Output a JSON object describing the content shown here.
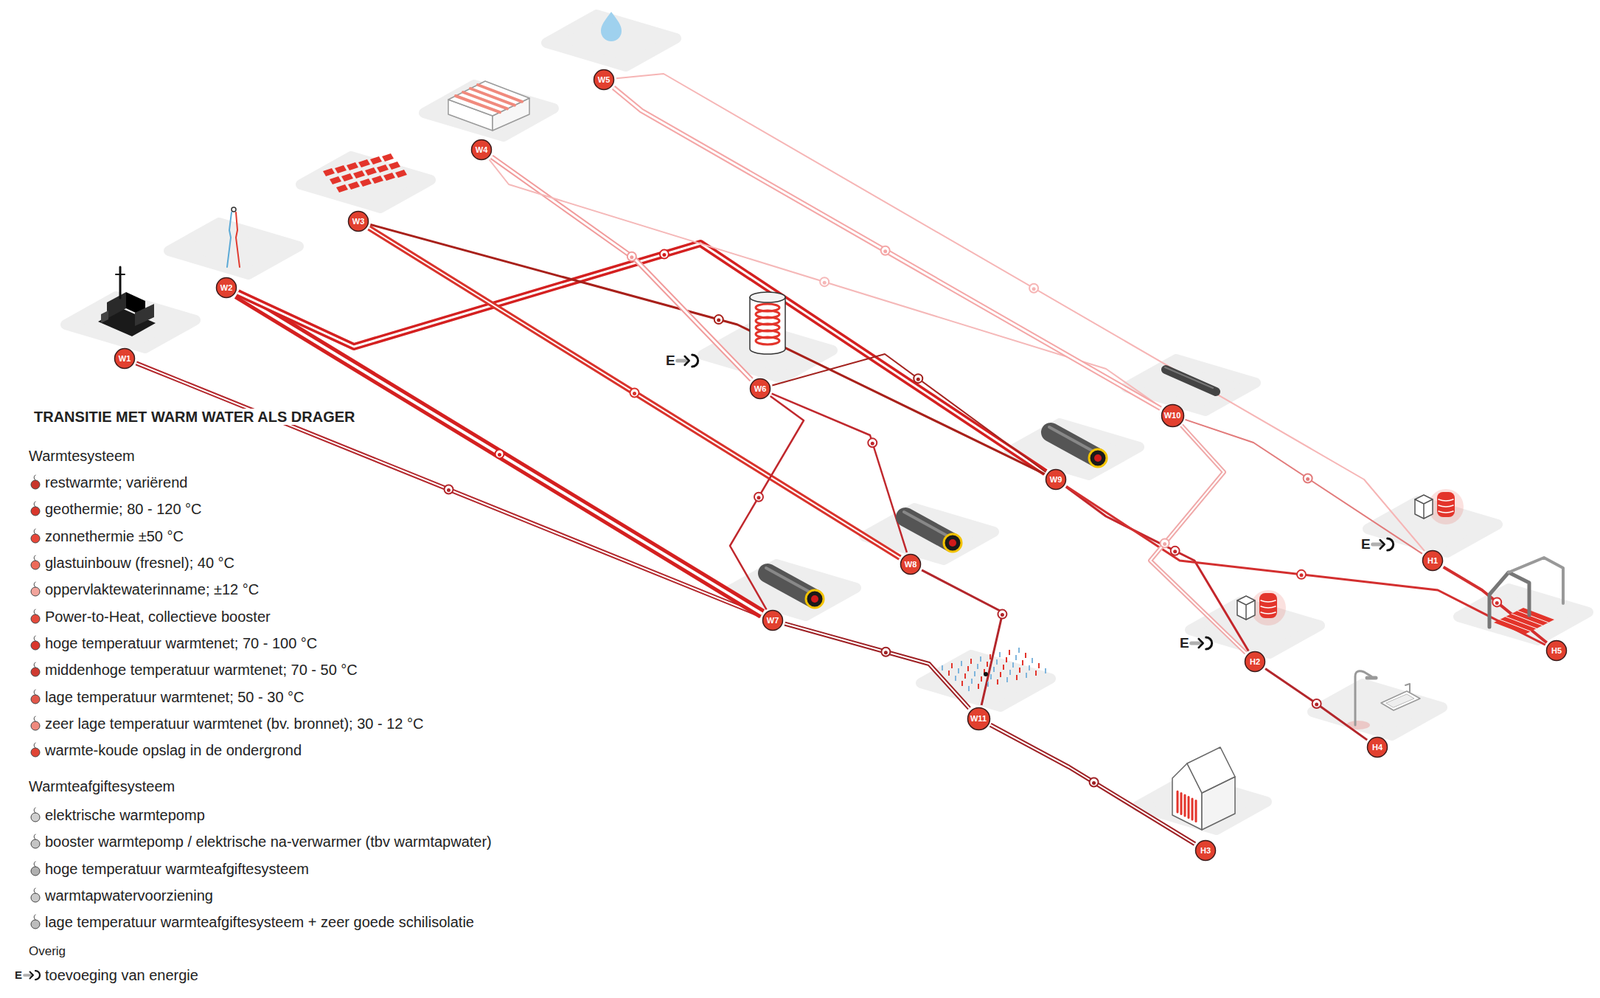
{
  "diagram": {
    "title": "TRANSITIE MET WARM WATER ALS DRAGER",
    "nodes": [
      {
        "text": [
          "W1"
        ]
      },
      {
        "text": [
          "W2"
        ]
      },
      {
        "text": [
          "W3"
        ]
      },
      {
        "text": [
          "W4"
        ]
      },
      {
        "text": [
          "W5"
        ]
      },
      {
        "text": [
          "W6"
        ]
      },
      {
        "text": [
          "W7"
        ]
      },
      {
        "text": [
          "W8"
        ]
      },
      {
        "text": [
          "W9"
        ]
      },
      {
        "text": [
          "W10"
        ]
      },
      {
        "text": [
          "W11"
        ]
      },
      {
        "text": [
          "H1"
        ]
      },
      {
        "text": [
          "H2"
        ]
      },
      {
        "text": [
          "H3"
        ]
      },
      {
        "text": [
          "H4"
        ]
      },
      {
        "text": [
          "H5"
        ]
      }
    ],
    "edges": [
      {
        "from": 0,
        "to": 6,
        "arrow": "none"
      },
      {
        "from": 1,
        "to": 6,
        "arrow": "none"
      },
      {
        "from": 1,
        "to": 8,
        "arrow": "none"
      },
      {
        "from": 2,
        "to": 7,
        "arrow": "none"
      },
      {
        "from": 2,
        "to": 8,
        "arrow": "none"
      },
      {
        "from": 3,
        "to": 5,
        "arrow": "none"
      },
      {
        "from": 3,
        "to": 9,
        "arrow": "none"
      },
      {
        "from": 4,
        "to": 9,
        "arrow": "none"
      },
      {
        "from": 4,
        "to": 11,
        "arrow": "none"
      },
      {
        "from": 5,
        "to": 6,
        "arrow": "none"
      },
      {
        "from": 5,
        "to": 7,
        "arrow": "none"
      },
      {
        "from": 5,
        "to": 8,
        "arrow": "none"
      },
      {
        "from": 6,
        "to": 10,
        "arrow": "none"
      },
      {
        "from": 7,
        "to": 10,
        "arrow": "none"
      },
      {
        "from": 8,
        "to": 12,
        "arrow": "none"
      },
      {
        "from": 8,
        "to": 15,
        "arrow": "none"
      },
      {
        "from": 9,
        "to": 11,
        "arrow": "none"
      },
      {
        "from": 9,
        "to": 12,
        "arrow": "none"
      },
      {
        "from": 10,
        "to": 13,
        "arrow": "none"
      },
      {
        "from": 11,
        "to": 15,
        "arrow": "none"
      },
      {
        "from": 12,
        "to": 14,
        "arrow": "none"
      }
    ],
    "labels": [
      "Warmtesysteem",
      "Warmteafgiftesysteem",
      "Overig",
      "E",
      "E",
      "E",
      "E"
    ],
    "legend": [
      {
        "text": "restwarmte; variërend"
      },
      {
        "text": "geothermie; 80 - 120 °C"
      },
      {
        "text": "zonnethermie ±50 °C"
      },
      {
        "text": "glastuinbouw (fresnel); 40 °C"
      },
      {
        "text": "oppervlaktewaterinname; ±12 °C"
      },
      {
        "text": "Power-to-Heat, collectieve booster"
      },
      {
        "text": "hoge temperatuur warmtenet; 70 - 100 °C"
      },
      {
        "text": "middenhoge temperatuur warmtenet; 70 - 50 °C"
      },
      {
        "text": "lage temperatuur warmtenet; 50 - 30 °C"
      },
      {
        "text": "zeer lage temperatuur warmtenet (bv. bronnet); 30 - 12 °C"
      },
      {
        "text": "warmte-koude opslag in de ondergrond"
      },
      {
        "text": "elektrische warmtepomp"
      },
      {
        "text": "booster warmtepomp / elektrische na-verwarmer (tbv warmtapwater)"
      },
      {
        "text": "hoge temperatuur warmteafgiftesysteem"
      },
      {
        "text": "warmtapwatervoorziening"
      },
      {
        "text": "lage temperatuur warmteafgiftesysteem + zeer goede schilisolatie"
      },
      {
        "text": "toevoeging van energie"
      }
    ]
  }
}
